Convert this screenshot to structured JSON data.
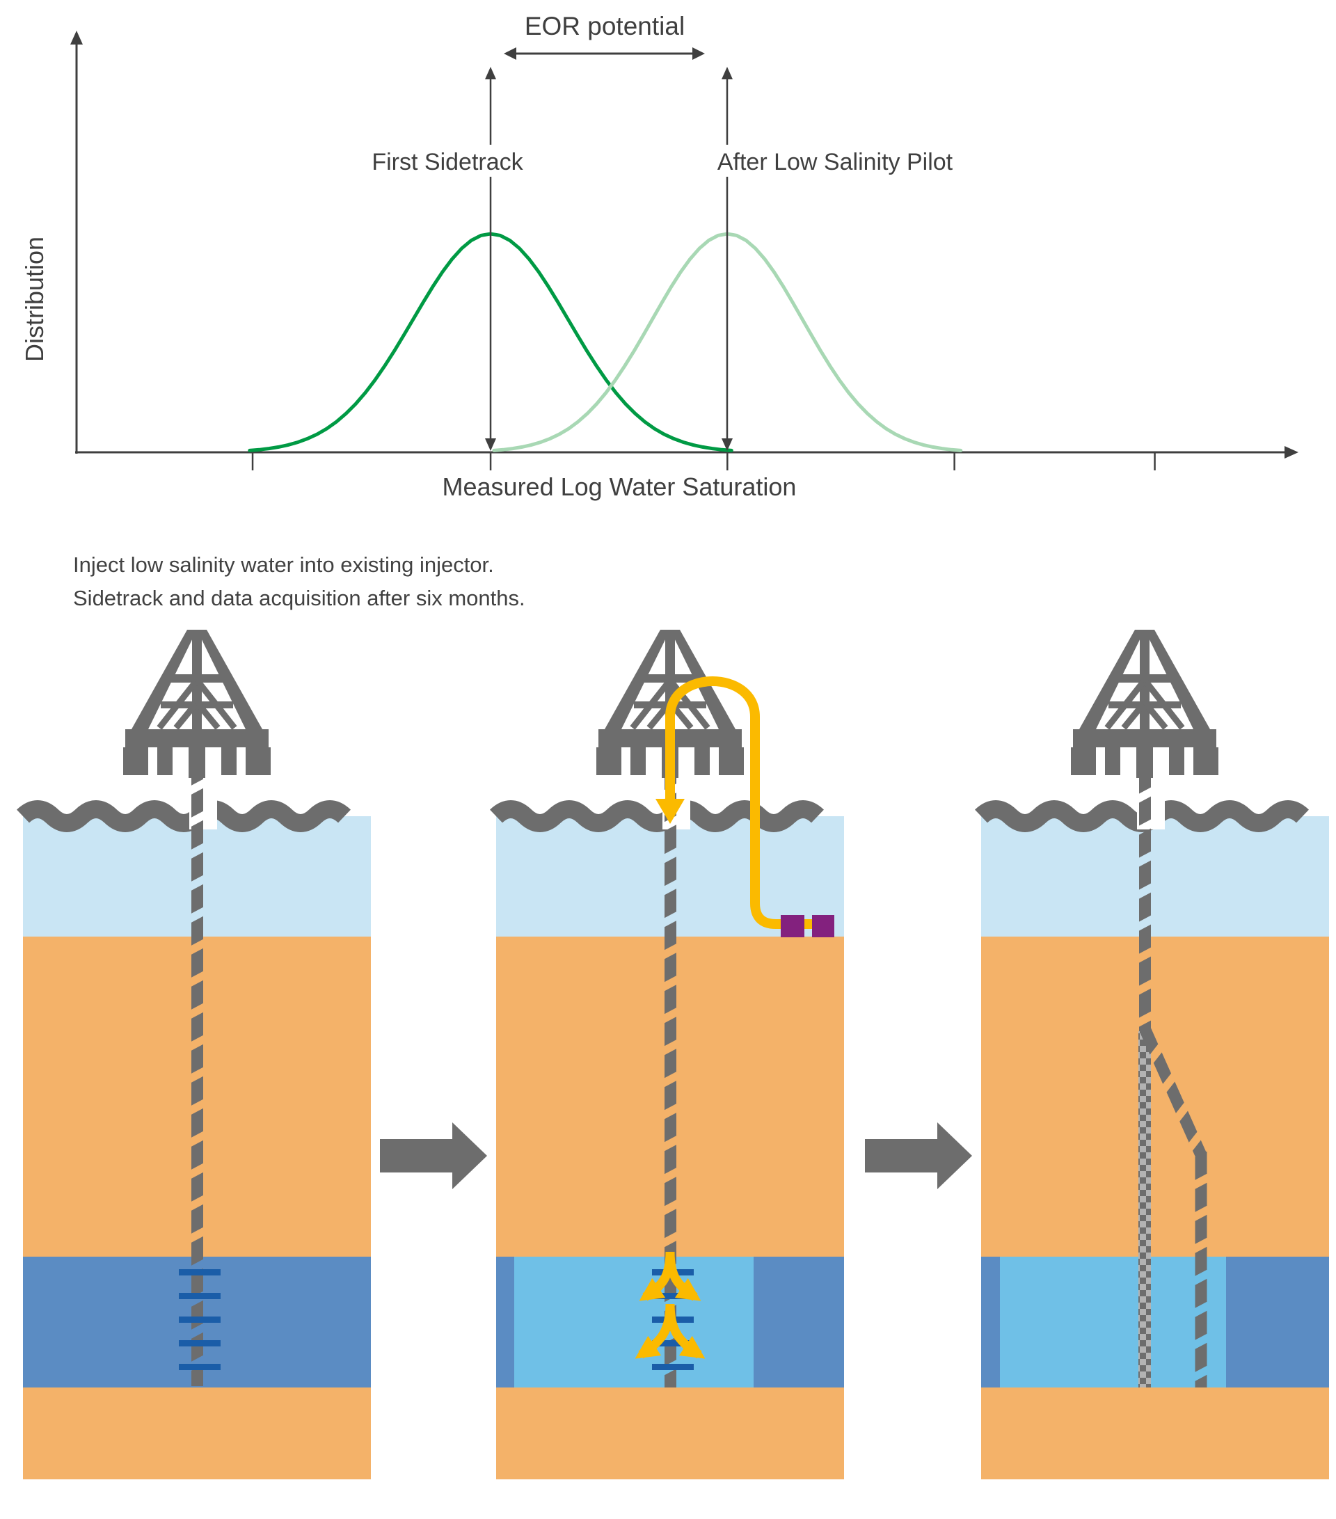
{
  "chart": {
    "eor_label": "EOR potential",
    "y_axis_label": "Distribution",
    "x_axis_label": "Measured Log Water Saturation",
    "series": [
      {
        "label": "First Sidetrack",
        "color": "#009A44"
      },
      {
        "label": "After Low Salinity Pilot",
        "color": "#A8D8B4"
      }
    ]
  },
  "chart_data": {
    "type": "line",
    "title": "",
    "xlabel": "Measured Log Water Saturation",
    "ylabel": "Distribution",
    "x_axis": {
      "range": [
        0,
        1
      ],
      "ticks": [
        0.145,
        0.341,
        0.536,
        0.723,
        0.888
      ],
      "tick_labels": [
        "",
        "",
        "",
        "",
        ""
      ]
    },
    "y_axis": {
      "range": [
        0,
        1
      ],
      "ticks": [],
      "grid": false
    },
    "series": [
      {
        "name": "First Sidetrack",
        "shape": "gaussian",
        "mean": 0.341,
        "sigma": 0.064,
        "peak": 1.0,
        "color": "#009A44"
      },
      {
        "name": "After Low Salinity Pilot",
        "shape": "gaussian",
        "mean": 0.536,
        "sigma": 0.062,
        "peak": 1.0,
        "color": "#A8D8B4"
      }
    ],
    "annotations": [
      {
        "type": "double-headed-horizontal-arrow",
        "text": "EOR potential",
        "x_from": 0.357,
        "x_to": 0.512
      },
      {
        "type": "vertical-double-arrow",
        "text": "First Sidetrack",
        "x": 0.341
      },
      {
        "type": "vertical-double-arrow",
        "text": "After Low Salinity Pilot",
        "x": 0.536
      }
    ],
    "legend_position": "none",
    "grid": false
  },
  "caption": {
    "lines": [
      "Inject low salinity water into existing injector.",
      "Sidetrack and data acquisition after six months."
    ]
  },
  "panels": [
    {
      "name": "existing-injector",
      "icons": [
        "oil-rig-icon",
        "sea-wave-icon",
        "striped-well-icon",
        "perforations-icon"
      ]
    },
    {
      "name": "low-salinity-injection",
      "icons": [
        "oil-rig-icon",
        "sea-wave-icon",
        "striped-well-icon",
        "perforations-icon",
        "injection-hose-icon",
        "subsea-pump-icon",
        "injection-fountain-arrows-icon"
      ]
    },
    {
      "name": "sidetrack-and-data-acquisition",
      "icons": [
        "oil-rig-icon",
        "sea-wave-icon",
        "plugged-hole-checker-icon",
        "sidetrack-well-icon"
      ]
    }
  ],
  "colors": {
    "curve_dark_green": "#009A44",
    "curve_light_green": "#A8D8B4",
    "text": "#3F3F3F",
    "caption_text": "#414141",
    "structure_gray": "#6D6D6D",
    "sea_water": "#C9E5F4",
    "sand_orange": "#F4B269",
    "reservoir_blue": "#5B8CC3",
    "swept_zone_blue": "#6FC0E7",
    "perforation_navy": "#1A5DA8",
    "hose_yellow": "#FBBA00",
    "equipment_purple": "#83217E",
    "checker_light_gray": "#B3B3B3"
  }
}
